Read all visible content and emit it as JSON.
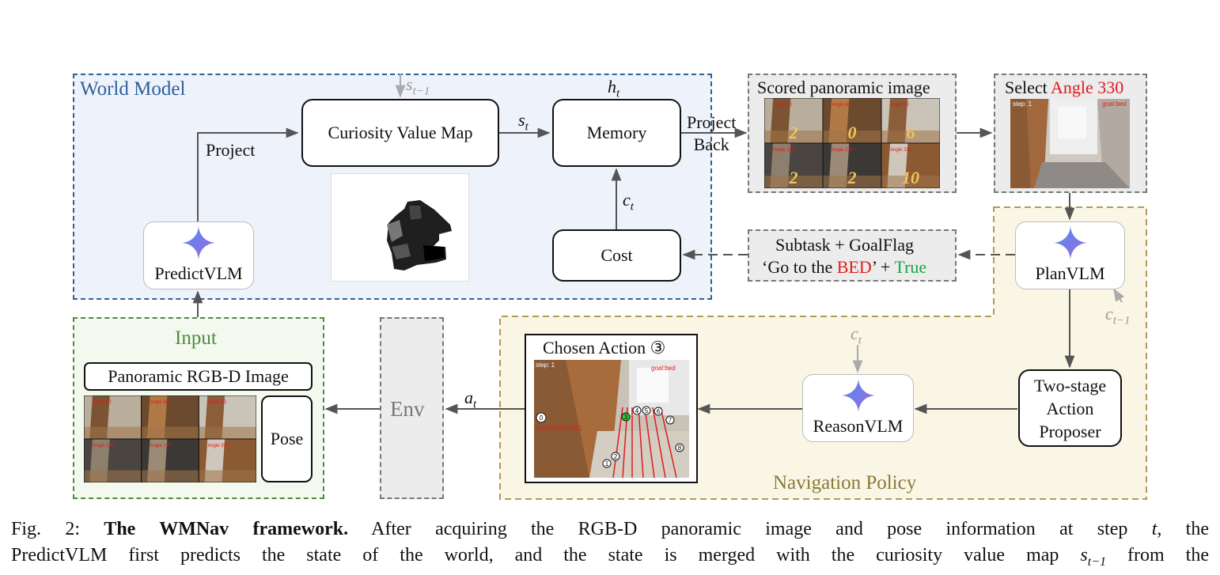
{
  "world_model": {
    "title": "World Model",
    "s_prev": "s",
    "s_prev_sub": "t−1",
    "curiosity_map": "Curiosity Value Map",
    "s_t": "s",
    "s_t_sub": "t",
    "memory": "Memory",
    "h_t": "h",
    "h_t_sub": "t",
    "project": "Project",
    "project_back": "Project\nBack",
    "c_t": "c",
    "c_t_sub": "t",
    "cost": "Cost",
    "predict_vlm": "PredictVLM"
  },
  "scored": {
    "title": "Scored panoramic image",
    "cells": [
      {
        "angle": "Angle 30",
        "score": "2"
      },
      {
        "angle": "Angle 60",
        "score": "0"
      },
      {
        "angle": "Angle 90",
        "score": "6"
      },
      {
        "angle": "Angle 240",
        "score": "2"
      },
      {
        "angle": "Angle 270",
        "score": "2"
      },
      {
        "angle": "Angle 330",
        "score": "10"
      }
    ]
  },
  "select": {
    "prefix": "Select ",
    "angle": "Angle 330",
    "step": "step: 1",
    "goal": "goal:bed"
  },
  "subtask": {
    "line1": "Subtask + GoalFlag",
    "quote_open": "‘Go to the ",
    "target": "BED",
    "quote_close": "’ + ",
    "flag": "True"
  },
  "plan_vlm": "PlanVLM",
  "c_prev": "c",
  "c_prev_sub": "t−1",
  "proposer": "Two-stage\nAction\nProposer",
  "reason_vlm": "ReasonVLM",
  "c_t2": "c",
  "c_t2_sub": "t",
  "navigation_policy": "Navigation Policy",
  "chosen": {
    "title": "Chosen Action ③",
    "step": "step: 1",
    "goal": "goal:bed",
    "turn": "TURN AROUND",
    "actions": [
      "0",
      "1",
      "2",
      "3",
      "4",
      "5",
      "6",
      "7",
      "8"
    ]
  },
  "a_t": "a",
  "a_t_sub": "t",
  "env": "Env",
  "input": {
    "title": "Input",
    "pano": "Panoramic RGB-D Image",
    "pose": "Pose",
    "angles": [
      "Angle 30",
      "Angle 60",
      "Angle 90",
      "Angle 240",
      "Angle 270",
      "Angle 330"
    ]
  },
  "caption": {
    "fig": "Fig. 2: ",
    "bold": "The WMNav framework.",
    "rest1": " After acquiring the RGB-D panoramic image and pose information at step ",
    "t": "t",
    "rest2": ", the",
    "line2a": "PredictVLM first predicts the state of the world, and the state is merged with the curiosity value map ",
    "s": "s",
    "s_sub": "t−1",
    "line2b": " from the"
  },
  "colors": {
    "world_border": "#2f5f9a",
    "world_fill": "#eef3fb",
    "input_border": "#4f8a3c",
    "input_fill": "#f3f9ee",
    "nav_border": "#b39a52",
    "nav_fill": "#faf6e6",
    "env_fill": "#ececec",
    "red": "#e01b1b",
    "green": "#1aa34a"
  },
  "icons": [
    "gemini-star-icon"
  ]
}
